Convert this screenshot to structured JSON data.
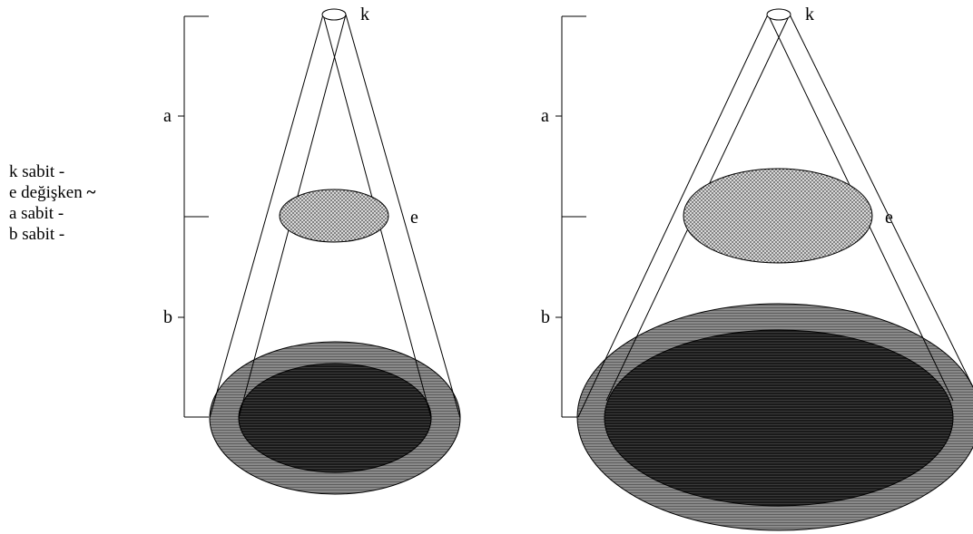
{
  "legend": {
    "line_k": "k sabit -",
    "line_e_text": "e değişken",
    "line_e_symbol": "~",
    "line_a": "a sabit -",
    "line_b": "b sabit -"
  },
  "labels": {
    "source": "k",
    "object": "e",
    "dist_a": "a",
    "dist_b": "b"
  },
  "colors": {
    "line": "#000000",
    "penumbra": "#7a7a7a",
    "umbra": "#1c1c1c",
    "object_dots": "#555555"
  }
}
